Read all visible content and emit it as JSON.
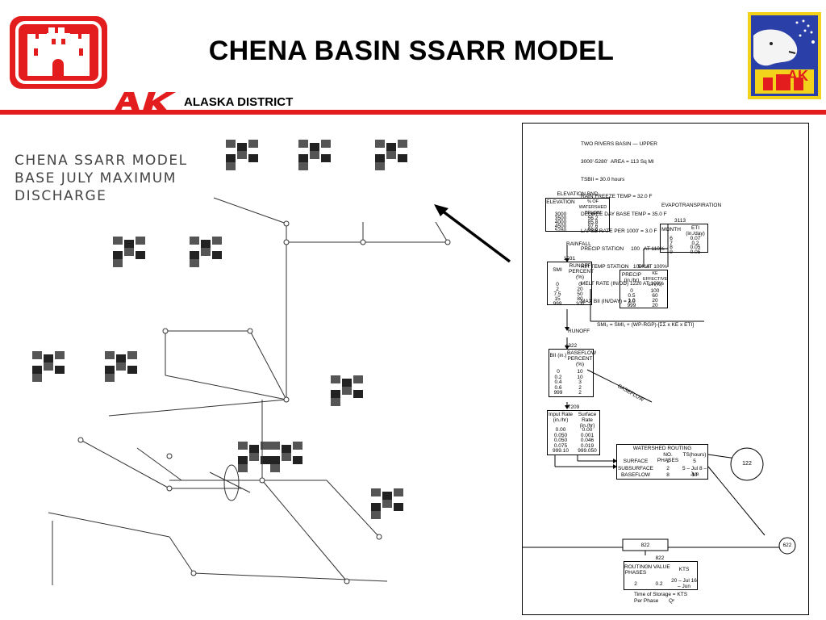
{
  "header": {
    "title": "CHENA BASIN SSARR MODEL",
    "district": "ALASKA DISTRICT",
    "ak_text": "AK",
    "badge_text": "AK"
  },
  "left_panel": {
    "title_lines": [
      "CHENA SSARR MODEL",
      "BASE JULY MAXIMUM",
      "DISCHARGE"
    ]
  },
  "colors": {
    "accent_red": "#e31d1d",
    "badge_blue": "#2a3fa8",
    "badge_yellow": "#f2d21b"
  },
  "detail": {
    "header_lines": [
      "TWO RIVERS BASIN — UPPER",
      "3000'-5280'  AREA = 113 Sq MI",
      "TSBII = 30.0 hours",
      "RAIN FREEZE TEMP = 32.0 F",
      "DEGREE DAY BASE TEMP = 35.0 F",
      "LAPSE RATE PER 1000' = 3.0 F",
      "PRECIP STATION     100   AT 110%",
      "AIR TEMP STATION   100   AT 100%",
      "MELT RATE (IN/DD) 1220 AT 100%",
      "MAX BII (IN/DAY) = 2.0"
    ],
    "elevation_table": {
      "title": "ELEVATION BND",
      "headers": [
        "ELEVATION",
        "% OF WATERSHED BELOW"
      ],
      "rows": [
        [
          "3000",
          "0"
        ],
        [
          "3500",
          "56.2"
        ],
        [
          "4000",
          "85.8"
        ],
        [
          "4500",
          "97.6"
        ],
        [
          "5280",
          "99.9"
        ]
      ]
    },
    "evapotranspiration": {
      "label": "EVAPOTRANSPIRATION",
      "id": "3113",
      "headers": [
        "MONTH",
        "ETI (in./day)"
      ],
      "rows": [
        [
          "6",
          "0.07"
        ],
        [
          "7",
          "0.2"
        ],
        [
          "8",
          "0.05"
        ],
        [
          "9",
          "0.05"
        ]
      ]
    },
    "rainfall_label": "RAINFALL",
    "runoff_table": {
      "id": "1031",
      "headers": [
        "SMI",
        "RUNOFF PERCENT (%)"
      ],
      "rows": [
        [
          "0",
          "0"
        ],
        [
          "2",
          "20"
        ],
        [
          "7.5",
          "50"
        ],
        [
          "15",
          "80"
        ],
        [
          "999",
          "100"
        ]
      ]
    },
    "ke_table": {
      "id": "5410",
      "headers": [
        "PRECIP (in./hr)",
        "KE EFFECTIVE ETI(%)"
      ],
      "rows": [
        [
          "0",
          "100"
        ],
        [
          "0.5",
          "60"
        ],
        [
          "1.0",
          "20"
        ],
        [
          "999",
          "20"
        ]
      ]
    },
    "smi_equation": "SMI₂ = SMI₁ + (WP-RGP)-[ΣΣ x KE x ETI]",
    "runoff_label": "RUNOFF",
    "baseflow_table": {
      "id": "4322",
      "headers": [
        "BII (in.)",
        "BASEFLOW PERCENT (%)"
      ],
      "rows": [
        [
          "0",
          "10"
        ],
        [
          "0.2",
          "10"
        ],
        [
          "0.4",
          "3"
        ],
        [
          "0.6",
          "2"
        ],
        [
          "999",
          "2"
        ]
      ]
    },
    "baseflow_label": "BASEFLOW",
    "surface_table": {
      "id": "7209",
      "headers": [
        "Input Rate (in./hr)",
        "Surface Rate (in./hr)"
      ],
      "rows": [
        [
          "0.00",
          "0.00"
        ],
        [
          "0.050",
          "0.001"
        ],
        [
          "0.050",
          "0.046"
        ],
        [
          "0.075",
          "0.019"
        ],
        [
          "999.10",
          "999.050"
        ]
      ]
    },
    "routing_table": {
      "title": "WATERSHED ROUTING",
      "headers": [
        "",
        "NO. PHASES",
        "TS(hours)"
      ],
      "rows": [
        [
          "SURFACE",
          "2",
          "5"
        ],
        [
          "SUBSURFACE",
          "2",
          "5 – Jul  8 – Jun"
        ],
        [
          "BASEFLOW",
          "8",
          "10"
        ]
      ]
    },
    "node_122": "122",
    "node_622": "622",
    "node_822": "822",
    "kts_table": {
      "id": "822",
      "headers": [
        "ROUTING PHASES",
        "N VALUE",
        "KTS"
      ],
      "row": [
        "2",
        "0.2",
        "20 – Jul  16 – Jun"
      ]
    },
    "storage_eq": "Time of Storage = KTS",
    "storage_eq2": "Per Phase       Qⁿ"
  }
}
